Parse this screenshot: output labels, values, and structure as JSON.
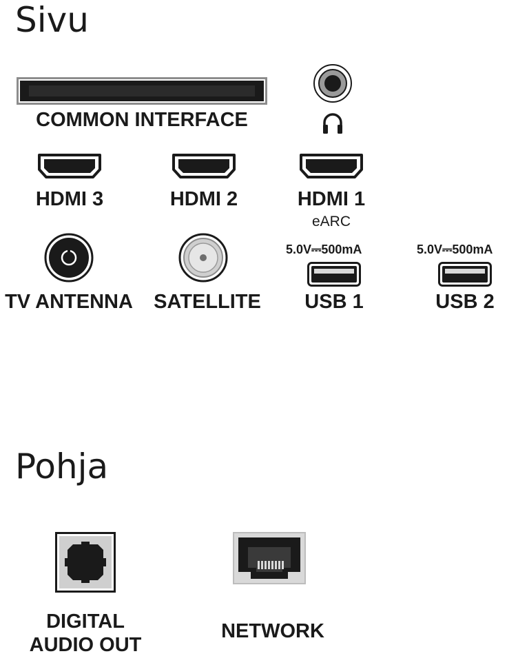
{
  "sections": {
    "side": {
      "title": "Sivu",
      "ports": {
        "common_interface": {
          "label": "COMMON INTERFACE",
          "icon": "ci-slot-icon"
        },
        "headphone": {
          "icon": "headphone-icon"
        },
        "hdmi3": {
          "label": "HDMI 3",
          "icon": "hdmi-port-icon"
        },
        "hdmi2": {
          "label": "HDMI 2",
          "icon": "hdmi-port-icon"
        },
        "hdmi1": {
          "label": "HDMI 1",
          "sublabel": "eARC",
          "icon": "hdmi-port-icon"
        },
        "tv_antenna": {
          "label": "TV ANTENNA",
          "icon": "antenna-port-icon"
        },
        "satellite": {
          "label": "SATELLITE",
          "icon": "satellite-port-icon"
        },
        "usb1": {
          "label": "USB 1",
          "spec": "5.0V⎓500mA",
          "icon": "usb-port-icon"
        },
        "usb2": {
          "label": "USB 2",
          "spec": "5.0V⎓500mA",
          "icon": "usb-port-icon"
        }
      }
    },
    "bottom": {
      "title": "Pohja",
      "ports": {
        "digital_audio_out": {
          "label_line1": "DIGITAL",
          "label_line2": "AUDIO OUT",
          "icon": "optical-port-icon"
        },
        "network": {
          "label": "NETWORK",
          "icon": "ethernet-port-icon"
        }
      }
    }
  },
  "colors": {
    "ink": "#1a1a1a",
    "metal": "#8c8c8c",
    "panel": "#d9d9d9"
  }
}
